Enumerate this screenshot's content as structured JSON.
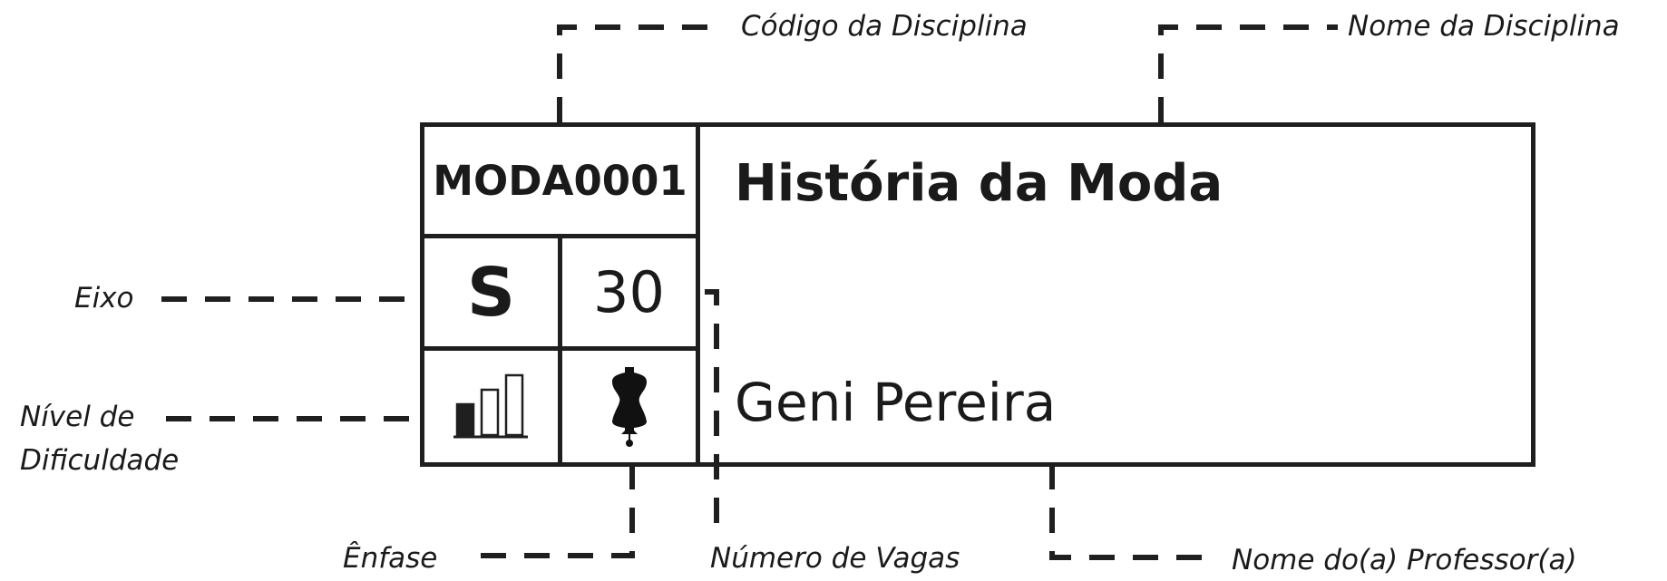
{
  "card": {
    "codigo": "MODA0001",
    "nome": "História da Moda",
    "eixo": "S",
    "vagas": "30",
    "professor": "Geni Pereira",
    "nivel_icon": "difficulty-bars-icon",
    "enfase_icon": "dress-form-icon",
    "nivel_level": 1,
    "nivel_max": 3
  },
  "labels": {
    "codigo": "Código da Disciplina",
    "nome": "Nome da Disciplina",
    "eixo": "Eixo",
    "nivel_line1": "Nível de",
    "nivel_line2": "Dificuldade",
    "enfase": "Ênfase",
    "vagas": "Número de Vagas",
    "professor": "Nome do(a) Professor(a)"
  },
  "colors": {
    "ink": "#1f1f1f",
    "background": "#ffffff"
  }
}
